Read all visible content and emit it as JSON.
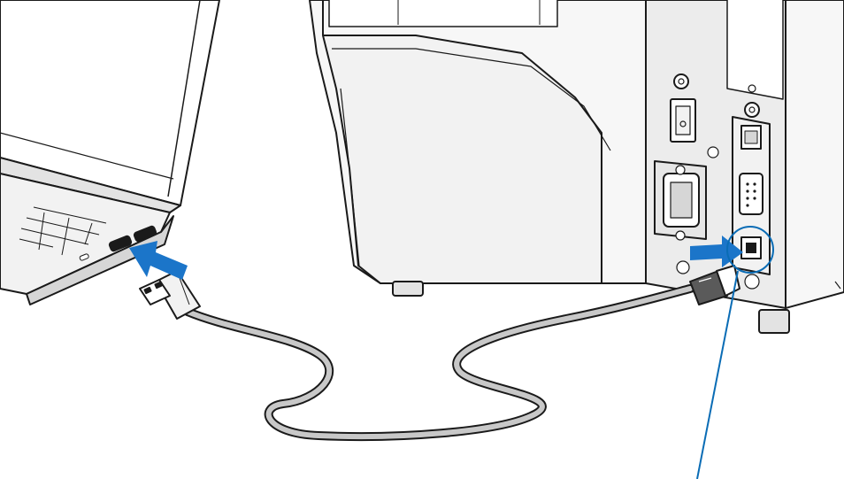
{
  "diagram": {
    "description_free": true,
    "colors": {
      "line": "#1a1a1a",
      "fill_light": "#f2f2f2",
      "fill_mid": "#e3e3e3",
      "fill_dark": "#cfcfcf",
      "arrow": "#1b75c9",
      "callout": "#0a6cb5",
      "cable": "#c8c8c8"
    },
    "elements": [
      {
        "id": "laptop",
        "icon": "laptop-icon"
      },
      {
        "id": "printer",
        "icon": "printer-icon"
      },
      {
        "id": "usb-cable",
        "icon": "usb-cable-icon"
      },
      {
        "id": "usb-a-connector",
        "icon": "usb-a-plug-icon"
      },
      {
        "id": "usb-b-connector",
        "icon": "usb-b-plug-icon"
      },
      {
        "id": "laptop-arrow",
        "icon": "arrow-right-icon"
      },
      {
        "id": "printer-arrow",
        "icon": "arrow-right-icon"
      },
      {
        "id": "usb-port-callout",
        "icon": "callout-circle-icon"
      }
    ]
  }
}
